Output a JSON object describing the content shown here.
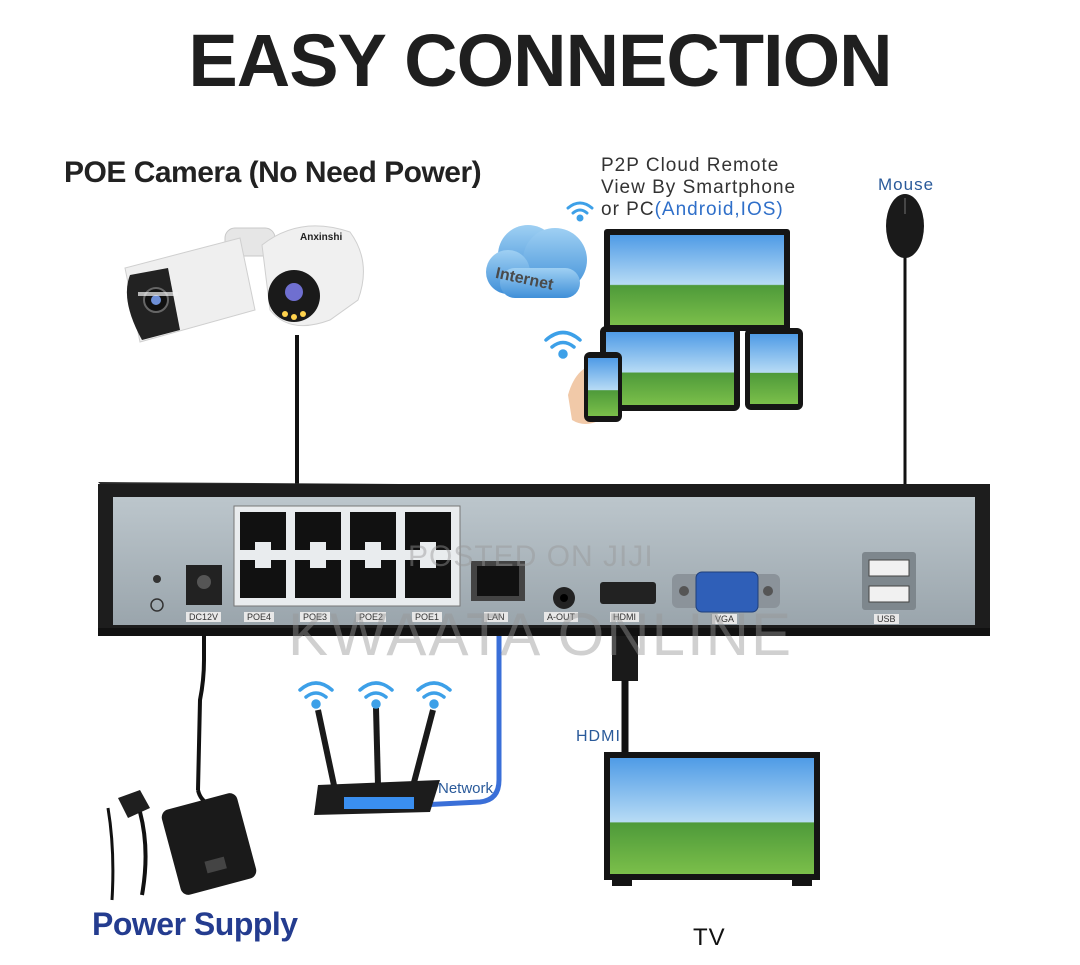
{
  "title": "EASY CONNECTION",
  "camera": {
    "label": "POE Camera (No Need Power)",
    "brand": "Anxinshi"
  },
  "remote": {
    "line1": "P2P Cloud Remote",
    "line2": "View By Smartphone",
    "line3_prefix": "or PC",
    "line3_suffix": "(Android,IOS)",
    "cloud_text": "Internet"
  },
  "mouse_label": "Mouse",
  "nvr": {
    "ports": {
      "dc": "DC12V",
      "poe4": "POE4",
      "poe3": "POE3",
      "poe2": "POE2",
      "poe1": "POE1",
      "lan": "LAN",
      "aout": "A-OUT",
      "hdmi": "HDMI",
      "vga": "VGA",
      "usb": "USB"
    }
  },
  "hdmi_label": "HDMI",
  "network_label": "Network",
  "power_label": "Power Supply",
  "tv_label": "TV",
  "watermark": {
    "line1": "POSTED ON JIJI",
    "line2": "KWAATA ONLINE"
  },
  "colors": {
    "title": "#1f1f1f",
    "power_label": "#243c8f",
    "accent_blue": "#2f6fc9",
    "nvr_face": "#aab4bb",
    "nvr_body": "#222222",
    "network_cable": "#3a6fd8"
  }
}
